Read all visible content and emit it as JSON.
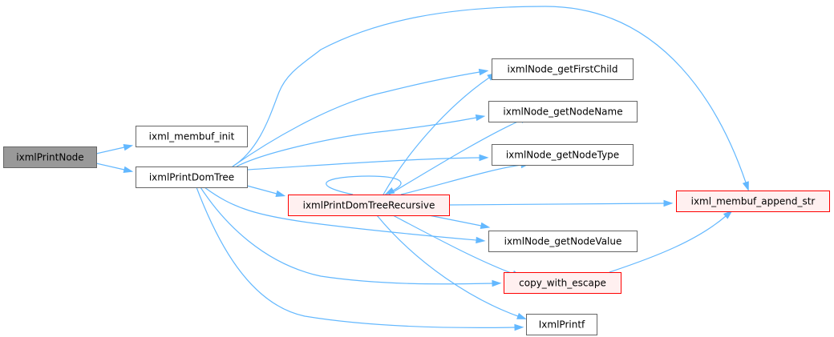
{
  "graph": {
    "type": "call-graph",
    "colors": {
      "edge": "#63b8ff",
      "root_fill": "#999999",
      "root_border": "#666666",
      "normal_fill": "#ffffff",
      "normal_border": "#666666",
      "highlight_fill": "#fff0f0",
      "highlight_border": "#ff0000"
    },
    "nodes": [
      {
        "id": "ixmlPrintNode",
        "label": "ixmlPrintNode",
        "style": "root"
      },
      {
        "id": "ixml_membuf_init",
        "label": "ixml_membuf_init",
        "style": "normal"
      },
      {
        "id": "ixmlPrintDomTree",
        "label": "ixmlPrintDomTree",
        "style": "normal"
      },
      {
        "id": "ixmlPrintDomTreeRecursive",
        "label": "ixmlPrintDomTreeRecursive",
        "style": "highlight"
      },
      {
        "id": "ixmlNode_getFirstChild",
        "label": "ixmlNode_getFirstChild",
        "style": "normal"
      },
      {
        "id": "ixmlNode_getNodeName",
        "label": "ixmlNode_getNodeName",
        "style": "normal"
      },
      {
        "id": "ixmlNode_getNodeType",
        "label": "ixmlNode_getNodeType",
        "style": "normal"
      },
      {
        "id": "ixmlNode_getNodeValue",
        "label": "ixmlNode_getNodeValue",
        "style": "normal"
      },
      {
        "id": "copy_with_escape",
        "label": "copy_with_escape",
        "style": "highlight"
      },
      {
        "id": "IxmlPrintf",
        "label": "IxmlPrintf",
        "style": "normal"
      },
      {
        "id": "ixml_membuf_append_str",
        "label": "ixml_membuf_append_str",
        "style": "highlight"
      }
    ],
    "edges": [
      {
        "from": "ixmlPrintNode",
        "to": "ixml_membuf_init"
      },
      {
        "from": "ixmlPrintNode",
        "to": "ixmlPrintDomTree"
      },
      {
        "from": "ixmlPrintDomTree",
        "to": "ixml_membuf_append_str"
      },
      {
        "from": "ixmlPrintDomTree",
        "to": "ixmlNode_getFirstChild"
      },
      {
        "from": "ixmlPrintDomTree",
        "to": "ixmlNode_getNodeName"
      },
      {
        "from": "ixmlPrintDomTree",
        "to": "ixmlNode_getNodeType"
      },
      {
        "from": "ixmlPrintDomTree",
        "to": "ixmlPrintDomTreeRecursive"
      },
      {
        "from": "ixmlPrintDomTree",
        "to": "ixmlNode_getNodeValue"
      },
      {
        "from": "ixmlPrintDomTree",
        "to": "copy_with_escape"
      },
      {
        "from": "ixmlPrintDomTree",
        "to": "IxmlPrintf"
      },
      {
        "from": "ixmlPrintDomTreeRecursive",
        "to": "ixmlPrintDomTreeRecursive"
      },
      {
        "from": "ixmlPrintDomTreeRecursive",
        "to": "ixmlNode_getFirstChild"
      },
      {
        "from": "ixmlPrintDomTreeRecursive",
        "to": "ixmlNode_getNodeName"
      },
      {
        "from": "ixmlPrintDomTreeRecursive",
        "to": "ixmlNode_getNodeType"
      },
      {
        "from": "ixmlPrintDomTreeRecursive",
        "to": "ixml_membuf_append_str"
      },
      {
        "from": "ixmlPrintDomTreeRecursive",
        "to": "ixmlNode_getNodeValue"
      },
      {
        "from": "ixmlPrintDomTreeRecursive",
        "to": "copy_with_escape"
      },
      {
        "from": "ixmlPrintDomTreeRecursive",
        "to": "IxmlPrintf"
      },
      {
        "from": "copy_with_escape",
        "to": "ixml_membuf_append_str"
      }
    ]
  }
}
